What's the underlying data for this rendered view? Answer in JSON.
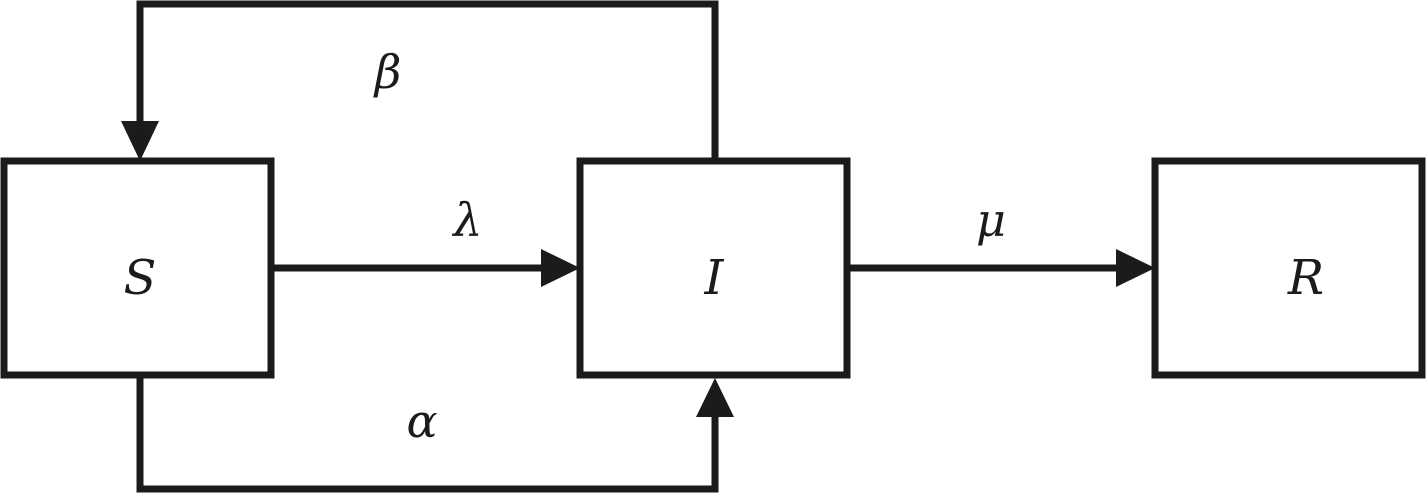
{
  "diagram": {
    "nodes": {
      "s": {
        "label": "S"
      },
      "i": {
        "label": "I"
      },
      "r": {
        "label": "R"
      }
    },
    "edges": {
      "s_to_i": {
        "label": "λ"
      },
      "i_to_r": {
        "label": "μ"
      },
      "i_to_s": {
        "label": "β"
      },
      "s_to_i_bottom": {
        "label": "α"
      }
    },
    "colors": {
      "stroke": "#1c1a1a",
      "background": "#ffffff"
    }
  }
}
